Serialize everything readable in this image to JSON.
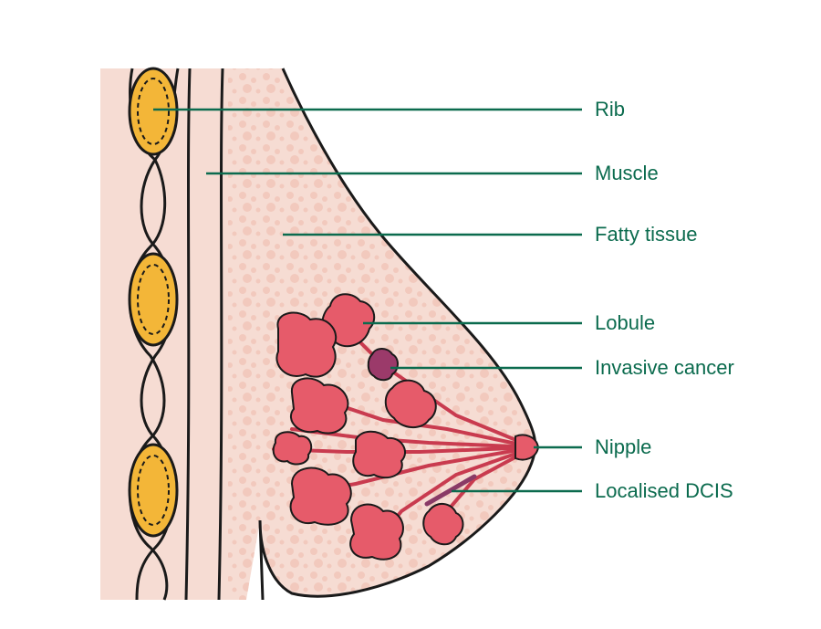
{
  "diagram": {
    "labels": {
      "rib": "Rib",
      "muscle": "Muscle",
      "fatty_tissue": "Fatty tissue",
      "lobule": "Lobule",
      "invasive_cancer": "Invasive cancer",
      "nipple": "Nipple",
      "localised_dcis": "Localised DCIS"
    },
    "colors": {
      "label_text": "#0b6b4e",
      "leader_line": "#0b6b4e",
      "skin_tissue": "#f6dcd3",
      "fat_bubbles": "#f2c9bd",
      "rib_fill": "#f3b638",
      "lobule_fill": "#e65b6a",
      "duct": "#e65b6a",
      "cancer": "#9b3a6a",
      "dcis": "#8a3a66",
      "outline": "#1a1a1a"
    }
  }
}
